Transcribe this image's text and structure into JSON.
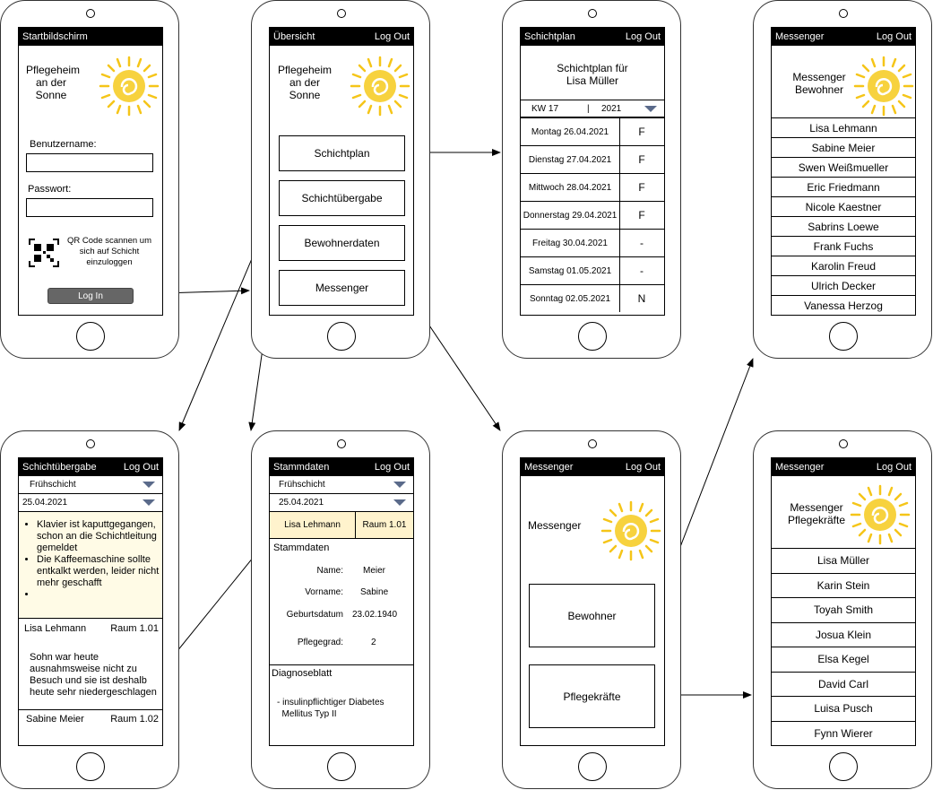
{
  "logout": "Log Out",
  "p1": {
    "title": "Startbildschirm",
    "home_name": "Pflegeheim\nan der\nSonne",
    "username_label": "Benutzername:",
    "password_label": "Passwort:",
    "qr_text": "QR Code scannen um sich auf Schicht einzuloggen",
    "login_button": "Log In"
  },
  "p2": {
    "title": "Übersicht",
    "home_name": "Pflegeheim\nan der\nSonne",
    "buttons": [
      "Schichtplan",
      "Schichtübergabe",
      "Bewohnerdaten",
      "Messenger"
    ]
  },
  "p3": {
    "title": "Schichtplan",
    "heading": "Schichtplan für\nLisa Müller",
    "week": "KW 17",
    "sep": "|",
    "year": "2021",
    "days": [
      {
        "day": "Montag 26.04.2021",
        "shift": "F"
      },
      {
        "day": "Dienstag 27.04.2021",
        "shift": "F"
      },
      {
        "day": "Mittwoch 28.04.2021",
        "shift": "F"
      },
      {
        "day": "Donnerstag 29.04.2021",
        "shift": "F"
      },
      {
        "day": "Freitag 30.04.2021",
        "shift": "-"
      },
      {
        "day": "Samstag 01.05.2021",
        "shift": "-"
      },
      {
        "day": "Sonntag 02.05.2021",
        "shift": "N"
      }
    ]
  },
  "p4": {
    "title": "Messenger",
    "heading": "Messenger\nBewohner",
    "residents": [
      "Lisa Lehmann",
      "Sabine Meier",
      "Swen Weißmueller",
      "Eric Friedmann",
      "Nicole Kaestner",
      "Sabrins Loewe",
      "Frank Fuchs",
      "Karolin Freud",
      "Ulrich Decker",
      "Vanessa Herzog"
    ]
  },
  "p5": {
    "title": "Schichtübergabe",
    "shift": "Frühschicht",
    "date": "25.04.2021",
    "notes": [
      "Klavier ist kaputtgegangen, schon an die Schichtleitung gemeldet",
      "Die Kaffeemaschine sollte entkalkt werden, leider nicht mehr geschafft",
      ""
    ],
    "r1_name": "Lisa Lehmann",
    "r1_room": "Raum 1.01",
    "r1_note": "Sohn war heute ausnahmsweise nicht zu Besuch und sie ist deshalb heute sehr niedergeschlagen",
    "r2_name": "Sabine Meier",
    "r2_room": "Raum 1.02"
  },
  "p6": {
    "title": "Stammdaten",
    "shift": "Frühschicht",
    "date": "25.04.2021",
    "name_tab": "Lisa Lehmann",
    "room_tab": "Raum 1.01",
    "section1": "Stammdaten",
    "fields": [
      {
        "label": "Name:",
        "value": "Meier"
      },
      {
        "label": "Vorname:",
        "value": "Sabine"
      },
      {
        "label": "Geburtsdatum",
        "value": "23.02.1940"
      },
      {
        "label": "Pflegegrad:",
        "value": "2"
      }
    ],
    "section2": "Diagnoseblatt",
    "diagnosis": "- insulinpflichtiger Diabetes\n  Mellitus Typ II"
  },
  "p7": {
    "title": "Messenger",
    "heading": "Messenger",
    "buttons": [
      "Bewohner",
      "Pflegekräfte"
    ]
  },
  "p8": {
    "title": "Messenger",
    "heading": "Messenger\nPflegekräfte",
    "staff": [
      "Lisa Müller",
      "Karin Stein",
      "Toyah Smith",
      "Josua Klein",
      "Elsa Kegel",
      "David Carl",
      "Luisa Pusch",
      "Fynn Wierer"
    ]
  },
  "colors": {
    "sun": "#f5c518",
    "note_bg": "#fffbe6",
    "dropdown_arrow": "#5a6a8a"
  }
}
